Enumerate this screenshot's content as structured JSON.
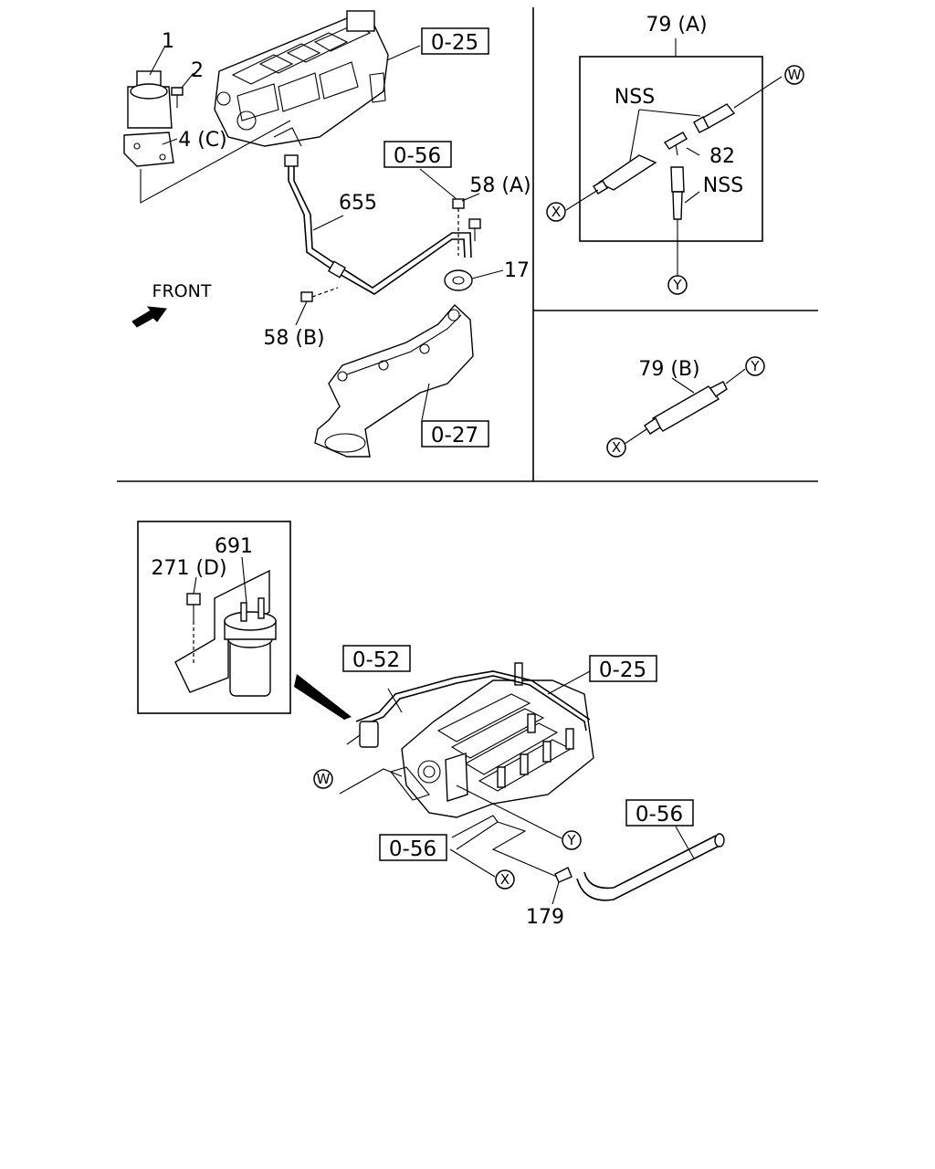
{
  "labels": {
    "p1": "1",
    "p2": "2",
    "p4c": "4 (C)",
    "ref_025_top": "0-25",
    "ref_056_top": "0-56",
    "p58a": "58 (A)",
    "p655": "655",
    "p17": "17",
    "front": "FRONT",
    "p58b": "58 (B)",
    "ref_027": "0-27",
    "p79a": "79 (A)",
    "nss1": "NSS",
    "p82": "82",
    "nss2": "NSS",
    "p79b": "79 (B)",
    "p691": "691",
    "p271d": "271 (D)",
    "ref_052": "0-52",
    "ref_025_bottom": "0-25",
    "ref_056_mid": "0-56",
    "ref_056_right": "0-56",
    "p179": "179"
  },
  "markers": {
    "w": "W",
    "x": "X",
    "y": "Y"
  }
}
